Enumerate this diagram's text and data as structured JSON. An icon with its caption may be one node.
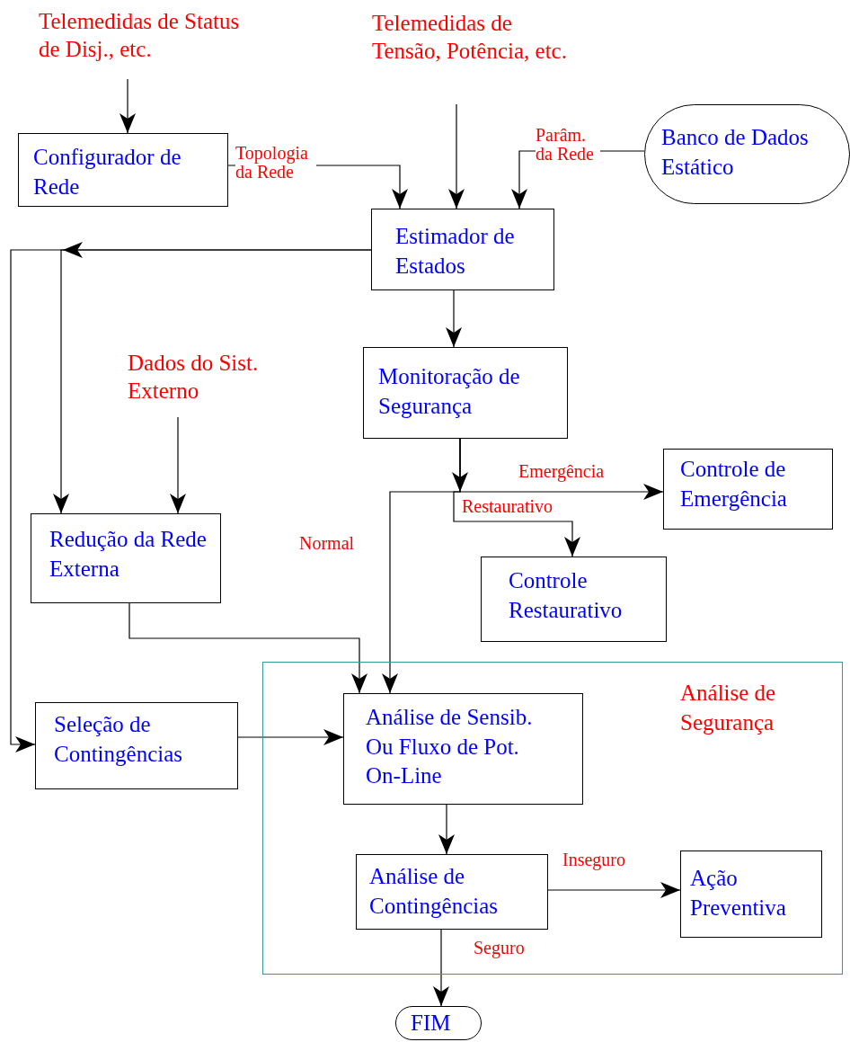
{
  "diagram": {
    "nodes": [
      {
        "text": [
          "Telemedidas de Status de Disj., etc."
        ]
      },
      {
        "text": [
          "Telemedidas de Tensão, Potência, etc."
        ]
      },
      {
        "text": [
          "Configurador de Rede"
        ]
      },
      {
        "text": [
          "Banco de Dados Estático"
        ]
      },
      {
        "text": [
          "Estimador de Estados"
        ]
      },
      {
        "text": [
          "Dados do Sist. Externo"
        ]
      },
      {
        "text": [
          "Monitoração de Segurança"
        ]
      },
      {
        "text": [
          "Controle de Emergência"
        ]
      },
      {
        "text": [
          "Redução da Rede Externa"
        ]
      },
      {
        "text": [
          "Controle Restaurativo"
        ]
      },
      {
        "text": [
          "Análise de Segurança"
        ]
      },
      {
        "text": [
          "Seleção de Contingências"
        ]
      },
      {
        "text": [
          "Análise de Sensib. Ou Fluxo de Pot. On-Line"
        ],
        "in": 10
      },
      {
        "text": [
          "Análise de Contingências"
        ],
        "in": 10
      },
      {
        "text": [
          "Ação Preventiva"
        ],
        "in": 10
      },
      {
        "text": [
          "FIM"
        ]
      }
    ],
    "edges": [
      {
        "from": 0,
        "to": 2,
        "arrow": "to"
      },
      {
        "from": 1,
        "to": 4,
        "arrow": "to"
      },
      {
        "from": 2,
        "to": 4,
        "label": "Topologia da Rede",
        "arrow": "to"
      },
      {
        "from": 3,
        "to": 4,
        "label": "Parâm. da Rede",
        "arrow": "to"
      },
      {
        "from": 4,
        "to": 6,
        "arrow": "to"
      },
      {
        "from": 4,
        "to": 8,
        "arrow": "to"
      },
      {
        "from": 4,
        "to": 11,
        "arrow": "to"
      },
      {
        "from": 5,
        "to": 8,
        "arrow": "to"
      },
      {
        "from": 6,
        "to": 7,
        "label": "Emergência",
        "arrow": "to"
      },
      {
        "from": 6,
        "to": 9,
        "label": "Restaurativo",
        "arrow": "to"
      },
      {
        "from": 6,
        "to": 12,
        "label": "Normal",
        "arrow": "to"
      },
      {
        "from": 8,
        "to": 12,
        "arrow": "to"
      },
      {
        "from": 11,
        "to": 12,
        "arrow": "to"
      },
      {
        "from": 12,
        "to": 13,
        "arrow": "to"
      },
      {
        "from": 13,
        "to": 14,
        "label": "Inseguro",
        "arrow": "to"
      },
      {
        "from": 13,
        "to": 15,
        "label": "Seguro",
        "arrow": "to"
      }
    ]
  }
}
